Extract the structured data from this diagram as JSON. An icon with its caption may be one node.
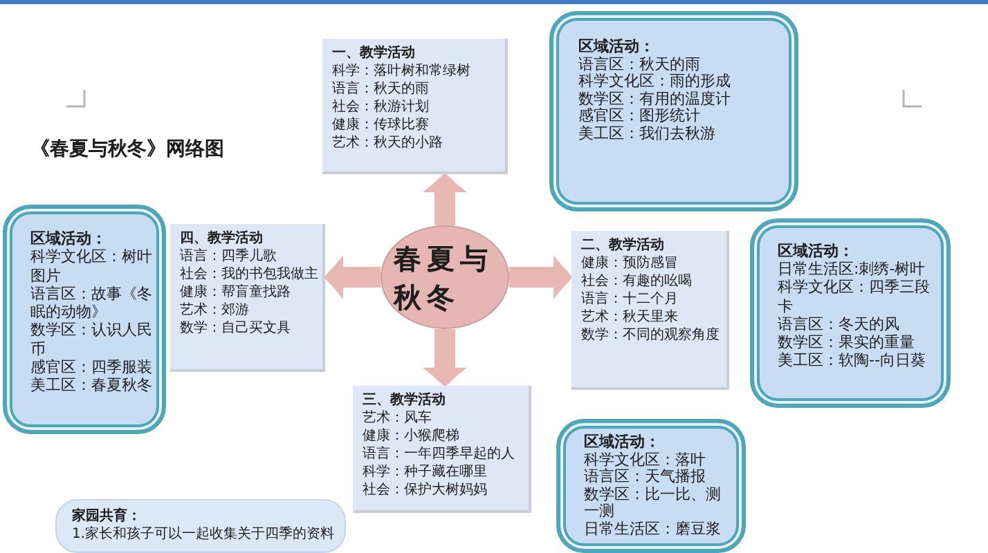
{
  "diagram": {
    "title": "《春夏与秋冬》网络图",
    "nodes": [
      {
        "text": [
          "一、教学活动",
          "科学：落叶树和常绿树",
          "语言：秋天的雨",
          "社会：秋游计划",
          "健康：传球比赛",
          "艺术：秋天的小路"
        ]
      },
      {
        "text": [
          "区域活动：",
          "语言区：秋天的雨",
          "科学文化区：雨的形成",
          "数学区：有用的温度计",
          "感官区：图形统计",
          "美工区：我们去秋游"
        ]
      },
      {
        "text": [
          "区域活动：",
          "科学文化区：树叶图片",
          "语言区：故事《冬眠的动物》",
          "数学区：认识人民币",
          "感官区：四季服装",
          "美工区：春夏秋冬"
        ]
      },
      {
        "text": [
          "四、教学活动",
          "语言：四季儿歌",
          "社会：我的书包我做主",
          "健康：帮盲童找路",
          "艺术：郊游",
          "数学：自己买文具"
        ]
      },
      {
        "text": [
          "春夏与秋冬"
        ]
      },
      {
        "text": [
          "二、教学活动",
          "健康：预防感冒",
          "社会：有趣的吆喝",
          "语言：十二个月",
          "艺术：秋天里来",
          "数学：不同的观察角度"
        ]
      },
      {
        "text": [
          "区域活动：",
          "日常生活区:刺绣-树叶",
          "科学文化区：四季三段卡",
          "语言区：冬天的风",
          "数学区：果实的重量",
          "美工区：软陶--向日葵"
        ]
      },
      {
        "text": [
          "三、教学活动",
          "艺术：风车",
          "健康：小猴爬梯",
          "语言：一年四季早起的人",
          "科学：种子藏在哪里",
          "社会：保护大树妈妈"
        ]
      },
      {
        "text": [
          "区域活动：",
          "科学文化区：落叶",
          "语言区：天气播报",
          "数学区：比一比、测一测",
          "日常生活区：磨豆浆"
        ]
      },
      {
        "text": [
          "家园共育：",
          "1.家长和孩子可以一起收集关于四季的资料"
        ]
      }
    ],
    "edges": [
      {
        "from": 4,
        "to": 0,
        "arrow": "to"
      },
      {
        "from": 4,
        "to": 5,
        "arrow": "to"
      },
      {
        "from": 4,
        "to": 7,
        "arrow": "to"
      },
      {
        "from": 4,
        "to": 3,
        "arrow": "to"
      }
    ]
  }
}
